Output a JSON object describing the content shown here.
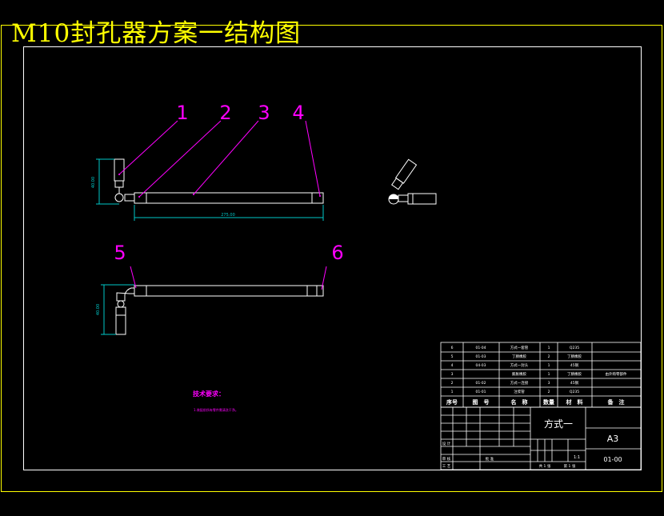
{
  "title": "M10封孔器方案一结构图",
  "callouts": [
    "1",
    "2",
    "3",
    "4",
    "5",
    "6"
  ],
  "dimensions": {
    "top_height": "40.00",
    "top_length": "275.00",
    "bottom_height": "40.00"
  },
  "tech_requirements": {
    "heading": "技术要求：",
    "line1": "1.装配前所有零件需清洗干净。"
  },
  "bom": {
    "rows": [
      {
        "seq": "6",
        "code": "01-04",
        "name": "方式一套管",
        "qty": "1",
        "material": "Q235",
        "note": ""
      },
      {
        "seq": "5",
        "code": "01-03",
        "name": "丁腈橡胶",
        "qty": "2",
        "material": "丁腈橡胶",
        "note": ""
      },
      {
        "seq": "4",
        "code": "04-03",
        "name": "方式一封头",
        "qty": "1",
        "material": "45钢",
        "note": ""
      },
      {
        "seq": "3",
        "code": "",
        "name": "膨胀橡胶",
        "qty": "1",
        "material": "丁腈橡胶",
        "note": "由外购零部件"
      },
      {
        "seq": "2",
        "code": "01-02",
        "name": "方式一连接",
        "qty": "3",
        "material": "45钢",
        "note": ""
      },
      {
        "seq": "1",
        "code": "01-01",
        "name": "注浆管",
        "qty": "2",
        "material": "Q235",
        "note": ""
      }
    ],
    "header": {
      "seq": "序号",
      "code": "图　号",
      "name": "名　称",
      "qty": "数量",
      "material": "材　料",
      "note": "备　注"
    }
  },
  "title_block": {
    "drawing_name": "方式一",
    "sheet_size": "A3",
    "drawing_no": "01-00",
    "design_label": "设 计",
    "check_label": "审 核",
    "process_label": "工 艺",
    "approve_label": "批 准",
    "scale": "1:1",
    "sheet_count": "共 1 张",
    "sheet_no": "第 1 张"
  }
}
